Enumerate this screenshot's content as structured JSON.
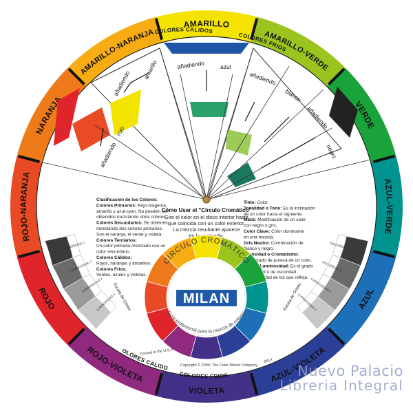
{
  "outer_ring": {
    "segments": [
      {
        "label": "AMARILLO",
        "color": "#f4e300"
      },
      {
        "label": "AMARILLO-VERDE",
        "color": "#9bc41f"
      },
      {
        "label": "VERDE",
        "color": "#19a33a"
      },
      {
        "label": "AZUL-VERDE",
        "color": "#00938f"
      },
      {
        "label": "AZUL",
        "color": "#1d6fb8"
      },
      {
        "label": "AZUL-VIOLETA",
        "color": "#2c3f97"
      },
      {
        "label": "VIOLETA",
        "color": "#453089"
      },
      {
        "label": "ROJO-VIOLETA",
        "color": "#902a7e"
      },
      {
        "label": "ROJO",
        "color": "#e0242b"
      },
      {
        "label": "ROJO-NARANJA",
        "color": "#e84a25"
      },
      {
        "label": "NARANJA",
        "color": "#ef7a1a"
      },
      {
        "label": "AMARILLO-NARANJA",
        "color": "#f7ac14"
      }
    ],
    "sub_labels": {
      "calidos_top": "COLORES CALIDOS",
      "frios_top": "COLORES FRIOS",
      "calidos_bottom": "COLORES CALIDOS",
      "frios_bottom": "COLORES FRIOS"
    }
  },
  "mixing_labels": {
    "left_top": "añadiendo",
    "left_amarillo": "amarillo",
    "left_rojo": "rojo",
    "left_bottom": "añadiendo",
    "right_1": "añadiendo",
    "right_azul": "azul",
    "right_2": "añadiendo",
    "right_blanco": "blanco",
    "right_3": "añadiendo",
    "right_negro": "negro"
  },
  "gray_scale": {
    "left_labels": [
      "LUMINOSIDAD 1",
      "LUMINOSIDAD 2",
      "LUMINOSIDAD 3",
      "LUMINOSIDAD 4"
    ],
    "right_labels": [
      "OSCURIDAD 1",
      "OSCURIDAD 2",
      "LUMINOSIDAD 3",
      "LUMINOSIDAD 4"
    ],
    "caption": "Escala de Grises"
  },
  "center": {
    "heading": "Cómo Usar el \"Círculo Cromático\"",
    "lines": [
      "Gire el color en el disco interior hasta",
      "que coincida con un color exterior.",
      "La mezcla resultante aparece",
      "en la ventanilla."
    ]
  },
  "left_block": {
    "lines": [
      {
        "b": "Clasificación de los Colores:",
        "t": ""
      },
      {
        "b": "Colores Primarios:",
        "t": " Rojo-magenta,"
      },
      {
        "b": "",
        "t": "amarillo y azul-cyan. No pueden ser"
      },
      {
        "b": "",
        "t": "obtenidos mezclando otros colores."
      },
      {
        "b": "Colores Secundarios:",
        "t": " Se obtienen"
      },
      {
        "b": "",
        "t": "mezclando dos colores primarios."
      },
      {
        "b": "",
        "t": "Son el naranja, el verde y violeta."
      },
      {
        "b": "Colores Terciarios:",
        "t": ""
      },
      {
        "b": "",
        "t": "Un color primario mezclado con un"
      },
      {
        "b": "",
        "t": "color secundario."
      },
      {
        "b": "Colores Cálidos:",
        "t": ""
      },
      {
        "b": "",
        "t": "Rojos, naranjas y amarillos."
      },
      {
        "b": "Colores Fríos:",
        "t": ""
      },
      {
        "b": "",
        "t": "Verdes, azules y violetas."
      }
    ]
  },
  "right_block": {
    "lines": [
      {
        "b": "Tinte:",
        "t": " Color."
      },
      {
        "b": "Tonalidad o Tono:",
        "t": " Es la inclinación"
      },
      {
        "b": "",
        "t": "de un color hacia el siguiente."
      },
      {
        "b": "Matiz:",
        "t": " Modificación de un color"
      },
      {
        "b": "",
        "t": "con negro o gris."
      },
      {
        "b": "Color Clave:",
        "t": " Color dominante"
      },
      {
        "b": "",
        "t": "en una mezcla."
      },
      {
        "b": "Gris Neutro:",
        "t": " Combinación de"
      },
      {
        "b": "",
        "t": "blanco y negro."
      },
      {
        "b": "Intensidad o Cromatismo:",
        "t": ""
      },
      {
        "b": "",
        "t": "Es el grado de pureza de un color."
      },
      {
        "b": "Valor o Luminosidad:",
        "t": " Es el grado"
      },
      {
        "b": "",
        "t": "de claridad o de oscuridad."
      },
      {
        "b": "",
        "t": "Es la cantidad de luz que refleja."
      }
    ]
  },
  "inner_wheel": {
    "title": "CÍRCULO CROMÁTICO",
    "logo": "MILAN",
    "tagline": "Guía profesional para la mezcla de colores",
    "logo_color": "#1f5aa8"
  },
  "footer": {
    "printed": "Printed in the U.S.A.",
    "copyright": "Copyright © 2009, The Color Wheel Company",
    "code": "0613"
  },
  "watermark": {
    "line1": "Nuevo Palacio",
    "line2": "Libreria Integral"
  }
}
